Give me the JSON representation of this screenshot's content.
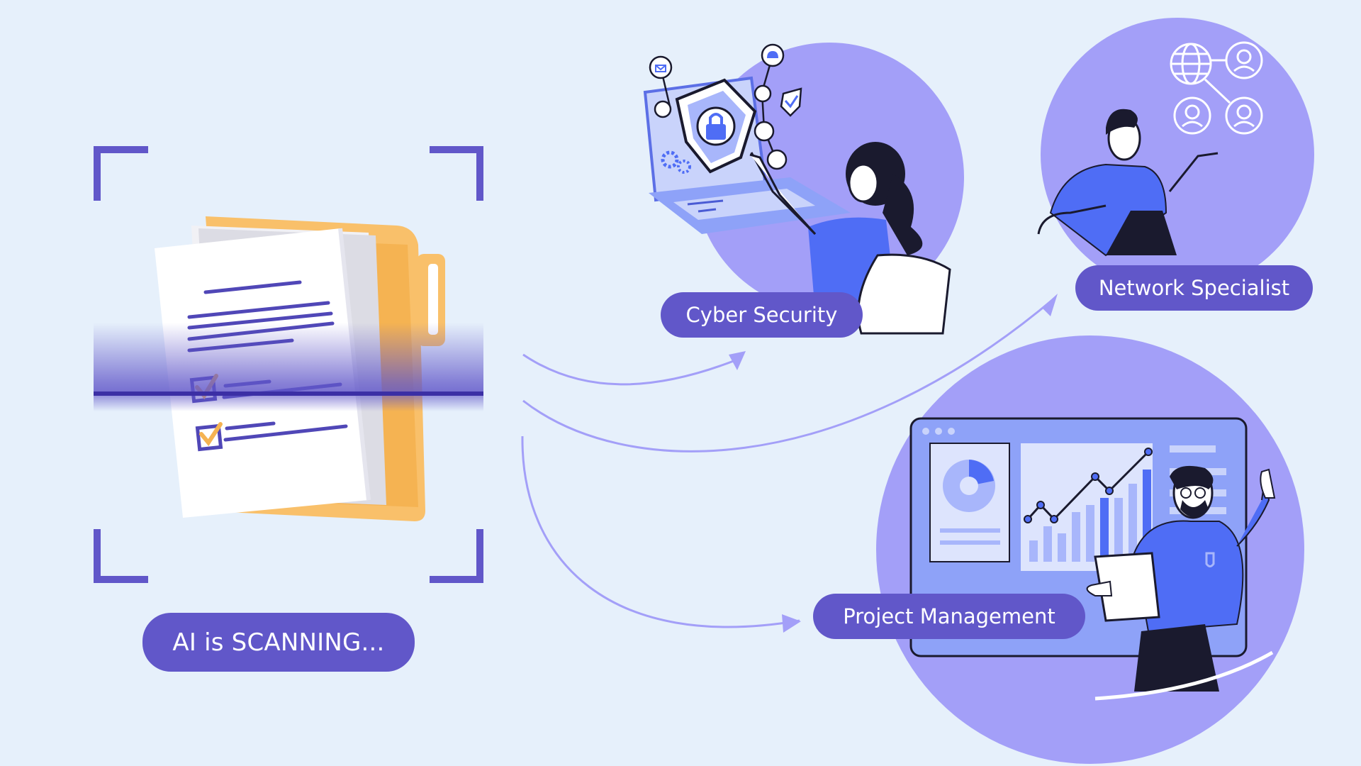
{
  "colors": {
    "background": "#e6f0fb",
    "accent": "#6157c9",
    "circle": "#a39ff8",
    "folder": "#f9c06a",
    "arrow": "#a39ff8",
    "person_blue": "#4f6df5"
  },
  "scanner": {
    "status_label": "AI is SCANNING..."
  },
  "destinations": [
    {
      "label": "Cyber Security",
      "icon": "shield-lock-icon"
    },
    {
      "label": "Network Specialist",
      "icon": "network-globe-icon"
    },
    {
      "label": "Project Management",
      "icon": "dashboard-chart-icon"
    }
  ]
}
